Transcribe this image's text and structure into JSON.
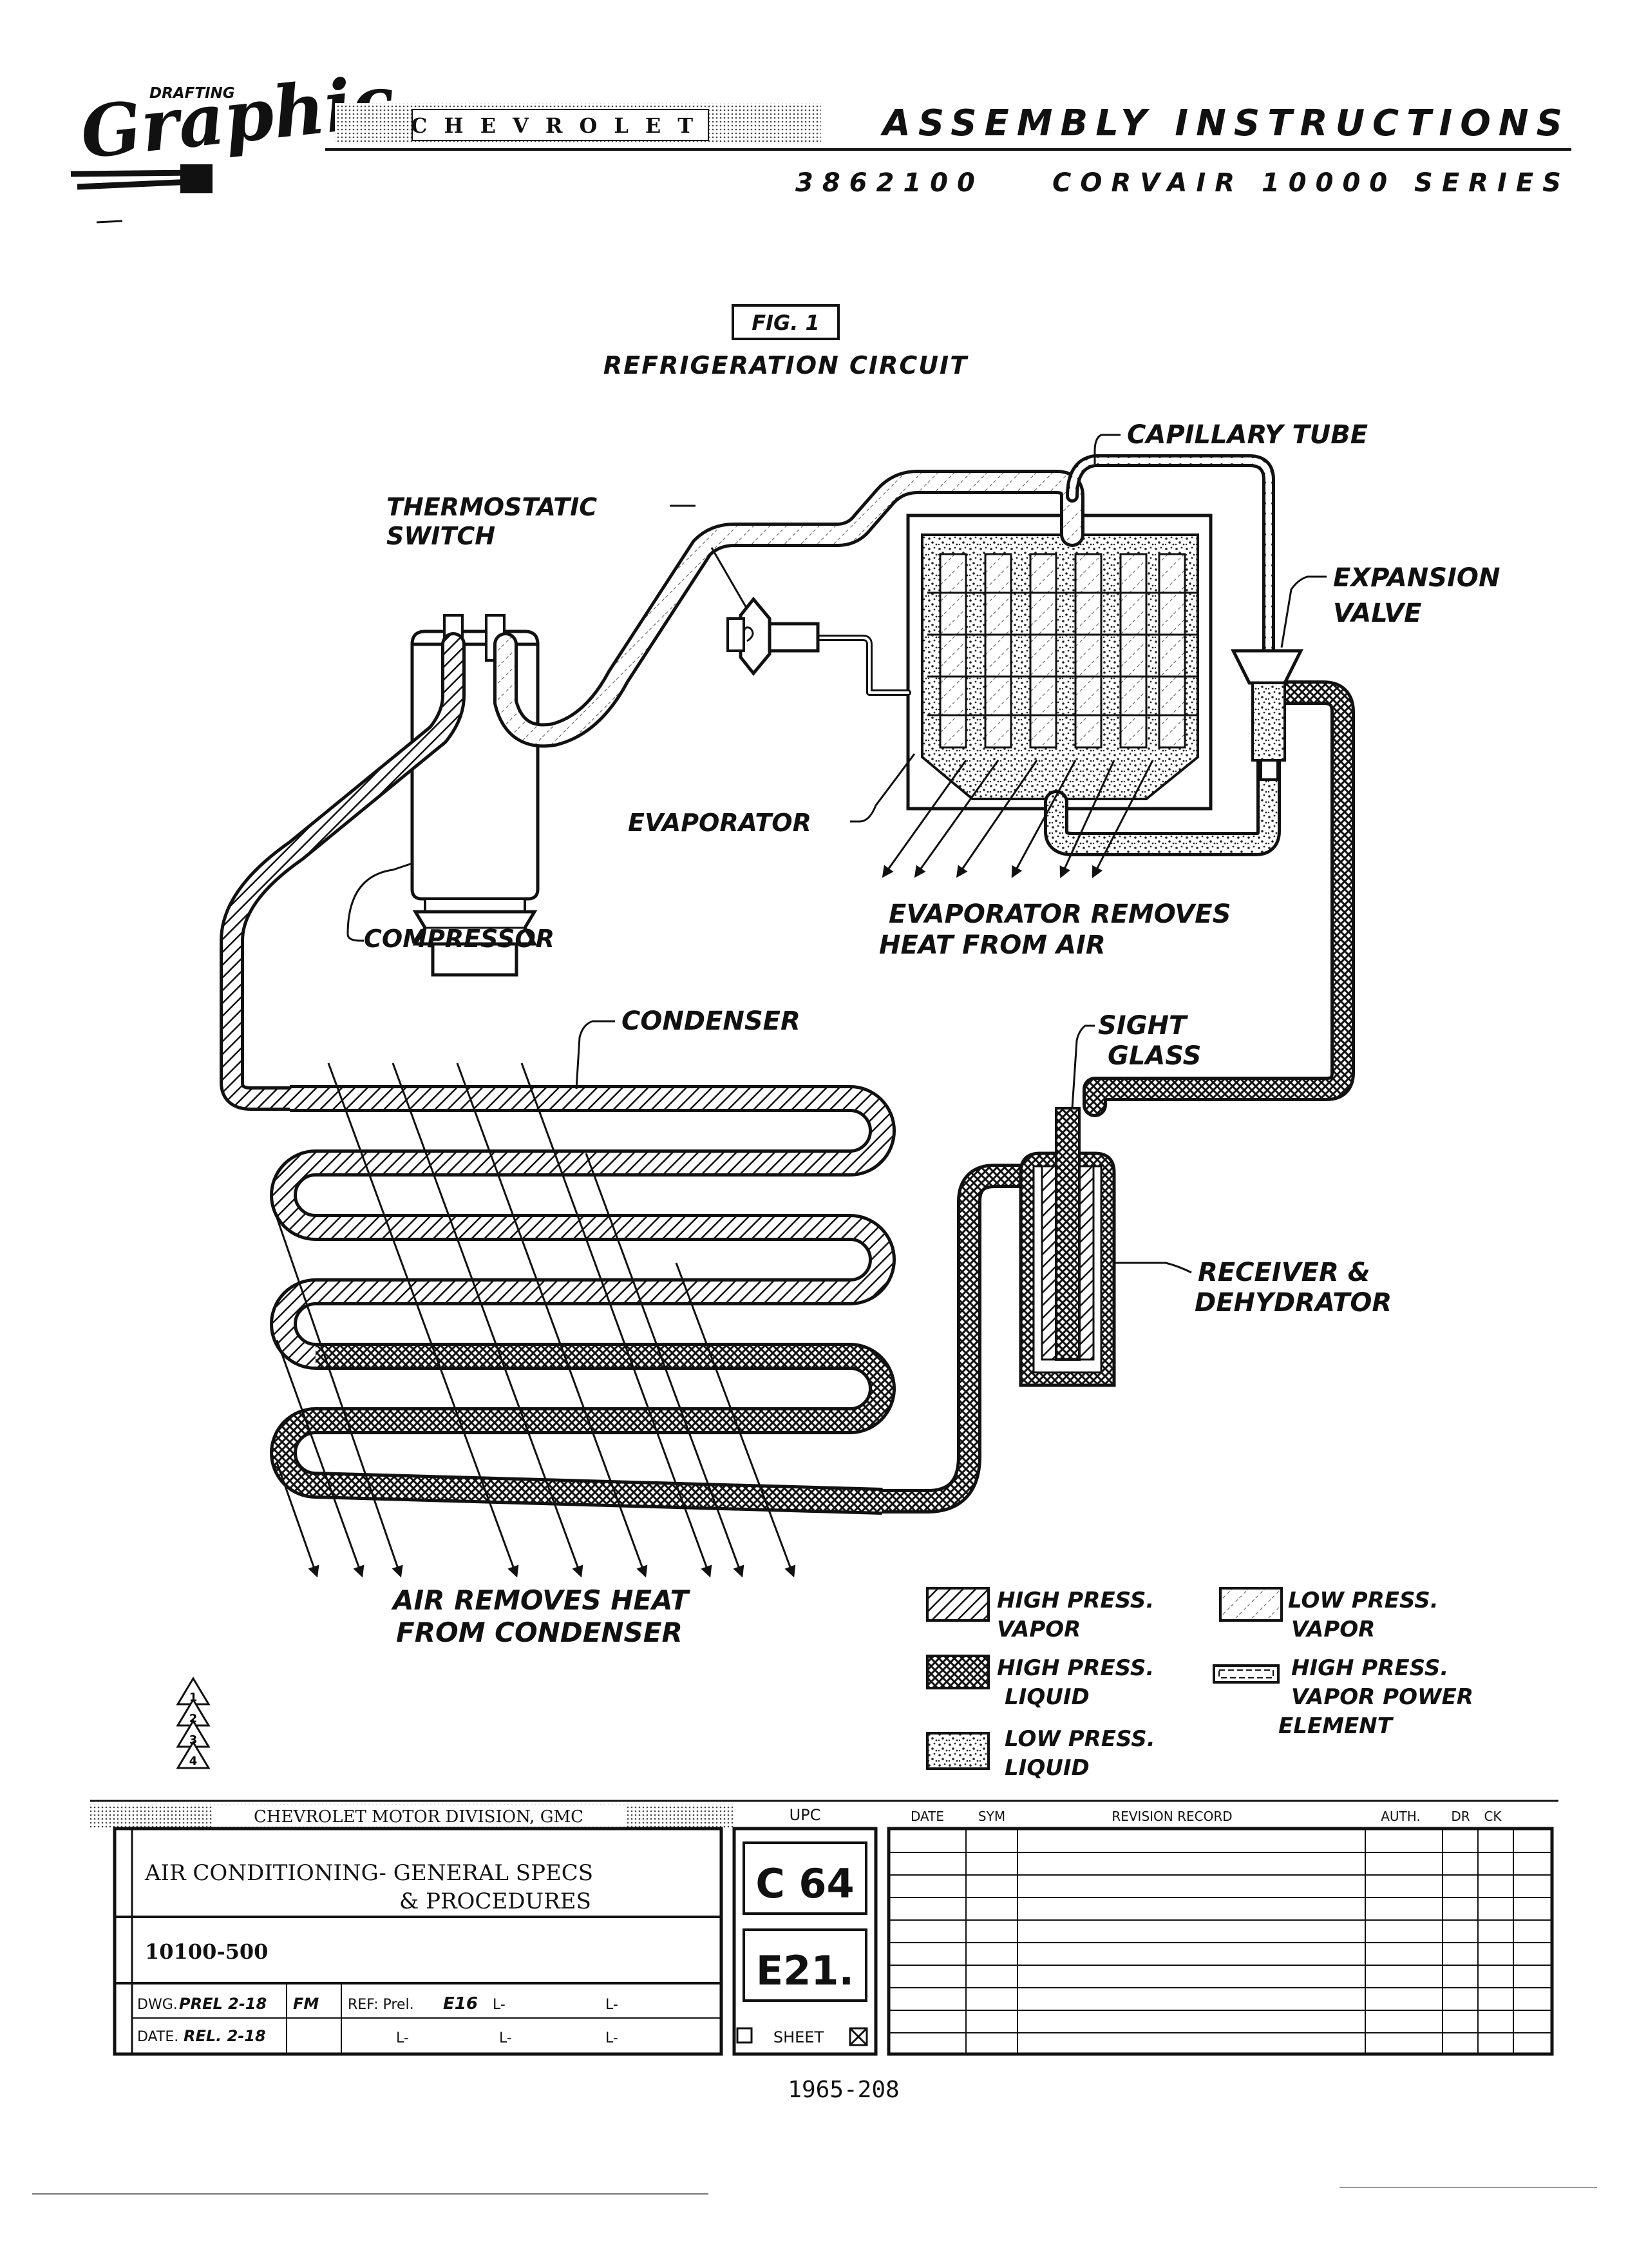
{
  "header": {
    "logo_script": "Graphic",
    "logo_small": "DRAFTING",
    "brand": "CHEVROLET",
    "title": "ASSEMBLY INSTRUCTIONS",
    "part_number": "3862100",
    "series": "CORVAIR 10000 SERIES"
  },
  "figure": {
    "number": "FIG. 1",
    "title": "REFRIGERATION CIRCUIT"
  },
  "labels": {
    "capillary_tube": "CAPILLARY TUBE",
    "thermostatic_switch_1": "THERMOSTATIC",
    "thermostatic_switch_2": "SWITCH",
    "expansion_valve_1": "EXPANSION",
    "expansion_valve_2": "VALVE",
    "evaporator": "EVAPORATOR",
    "compressor": "COMPRESSOR",
    "evaporator_note_1": "EVAPORATOR REMOVES",
    "evaporator_note_2": "HEAT FROM AIR",
    "condenser": "CONDENSER",
    "sight_glass_1": "SIGHT",
    "sight_glass_2": "GLASS",
    "receiver_1": "RECEIVER &",
    "receiver_2": "DEHYDRATOR",
    "condenser_note_1": "AIR REMOVES HEAT",
    "condenser_note_2": "FROM CONDENSER"
  },
  "legend": {
    "high_press_vapor": [
      "HIGH PRESS.",
      "VAPOR"
    ],
    "low_press_vapor": [
      "LOW PRESS.",
      "VAPOR"
    ],
    "high_press_liquid": [
      "HIGH PRESS.",
      "LIQUID"
    ],
    "high_press_power": [
      "HIGH PRESS.",
      "VAPOR POWER",
      "ELEMENT"
    ],
    "low_press_liquid": [
      "LOW PRESS.",
      "LIQUID"
    ]
  },
  "revision_marks": [
    "1",
    "2",
    "3",
    "4"
  ],
  "title_block": {
    "division": "CHEVROLET MOTOR DIVISION, GMC",
    "upc_label": "UPC",
    "date_label": "DATE",
    "sym_label": "SYM",
    "revision_label": "REVISION RECORD",
    "auth_label": "AUTH.",
    "dr_label": "DR",
    "ck_label": "CK",
    "title_line_1": "AIR CONDITIONING- GENERAL SPECS",
    "title_line_2": "& PROCEDURES",
    "model": "10100-500",
    "upc_group": "C 64",
    "sub_group": "E21.",
    "sheet_label": "SHEET",
    "dwg_label": "DWG.",
    "dwg_value": "PREL 2-18",
    "dwg_initials": "FM",
    "date_row_label": "DATE.",
    "date_row_value": "REL. 2-18",
    "ref_label": "REF: Prel.",
    "ref_value": "E16",
    "l_mark": "L-"
  },
  "footer": {
    "page_code": "1965-208"
  }
}
